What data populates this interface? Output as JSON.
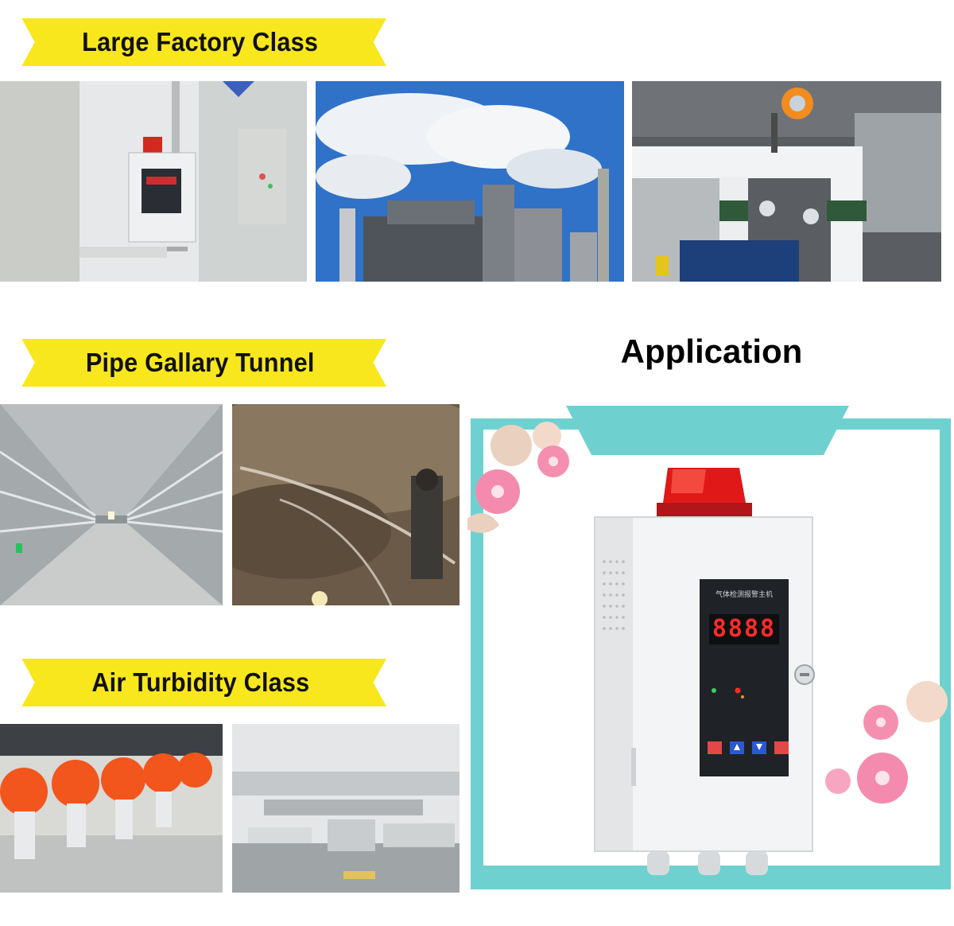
{
  "sections": [
    {
      "title": "Large Factory Class"
    },
    {
      "title": "Pipe Gallary Tunnel"
    },
    {
      "title": "Air Turbidity Class"
    }
  ],
  "application_title": "Application",
  "device": {
    "display_digits": "8888",
    "panel_text": "气体检测报警主机"
  },
  "colors": {
    "banner": "#f8e71c",
    "frame_teal": "#6fd1cf",
    "alarm_red": "#e01818",
    "panel_dark": "#1f2227",
    "led_red": "#ff2a2a"
  }
}
